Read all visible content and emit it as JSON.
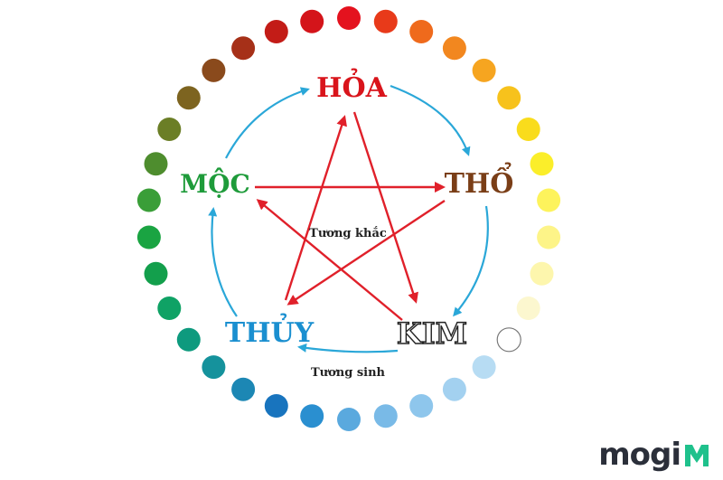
{
  "elements": {
    "hoa": {
      "label": "HỎA",
      "color": "#d9141b"
    },
    "tho": {
      "label": "THỔ",
      "color": "#7a3e17"
    },
    "kim": {
      "label": "KIM",
      "color": "#ffffff",
      "stroke": "#222222"
    },
    "thuy": {
      "label": "THỦY",
      "color": "#1a8fd0"
    },
    "moc": {
      "label": "MỘC",
      "color": "#1e9b3a"
    }
  },
  "cycle_labels": {
    "destruction": "Tương khắc",
    "generation": "Tương sinh"
  },
  "colors": {
    "generation_arrow": "#2aa7d8",
    "destruction_arrow": "#e0202a",
    "dot_ring": [
      "#e4121e",
      "#e83a1a",
      "#ef6a1c",
      "#f2871f",
      "#f6a520",
      "#f7c21c",
      "#f9dc1c",
      "#fbee2a",
      "#fdf35c",
      "#fdf488",
      "#fdf6ad",
      "#fcf7cf",
      "#ffffff",
      "#b7dcf3",
      "#a3d1f0",
      "#8ec6ec",
      "#79bae7",
      "#5aa9de",
      "#2a8fd0",
      "#1874be",
      "#1c87b4",
      "#15929c",
      "#0e9a7e",
      "#0fa265",
      "#139f4c",
      "#1aa442",
      "#3a9e38",
      "#4e8d2e",
      "#6b7e26",
      "#7d6420",
      "#8a4a1c",
      "#a63018",
      "#c31c17",
      "#d4141a"
    ]
  },
  "logo": {
    "text": "mogi"
  }
}
